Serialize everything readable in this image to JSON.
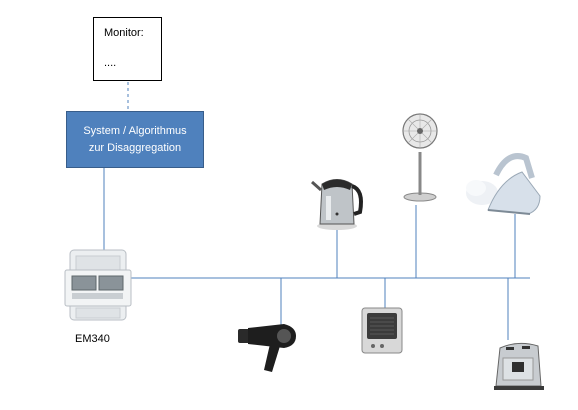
{
  "monitor": {
    "title": "Monitor:",
    "content": "...."
  },
  "system": {
    "line1": "System / Algorithmus",
    "line2": "zur Disaggregation"
  },
  "meter": {
    "label": "EM340"
  },
  "devices_top": [
    "kettle-icon",
    "fan-icon",
    "iron-icon"
  ],
  "devices_bottom": [
    "hairdryer-icon",
    "heater-icon",
    "toaster-icon"
  ],
  "colors": {
    "line": "#4f81bd",
    "box_fill": "#4f81bd",
    "box_border": "#385d8a"
  }
}
